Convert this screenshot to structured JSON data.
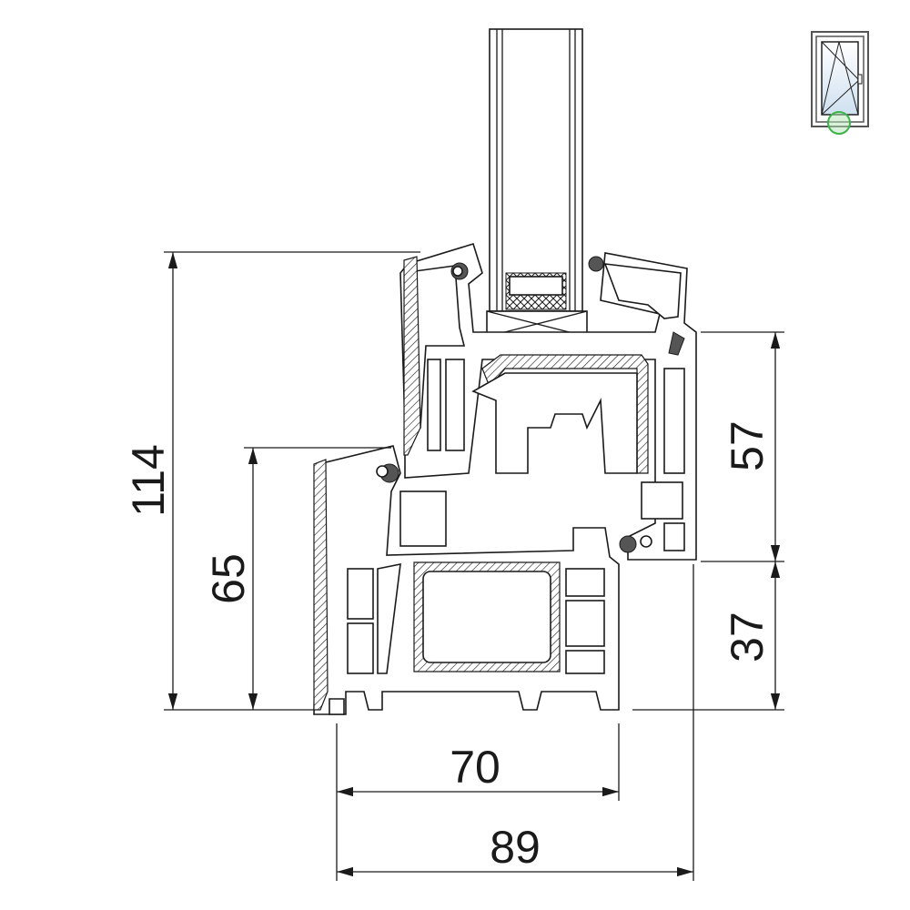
{
  "drawing": {
    "dimensions": {
      "total_height": "114",
      "frame_height": "65",
      "sash_upper": "57",
      "sash_lower": "37",
      "frame_depth": "70",
      "total_depth": "89"
    },
    "icon": "tilt-turn-window-icon",
    "colors": {
      "line": "#1a1a1a",
      "indicator": "#3cb44b",
      "glass": "#cfe0f0"
    }
  }
}
